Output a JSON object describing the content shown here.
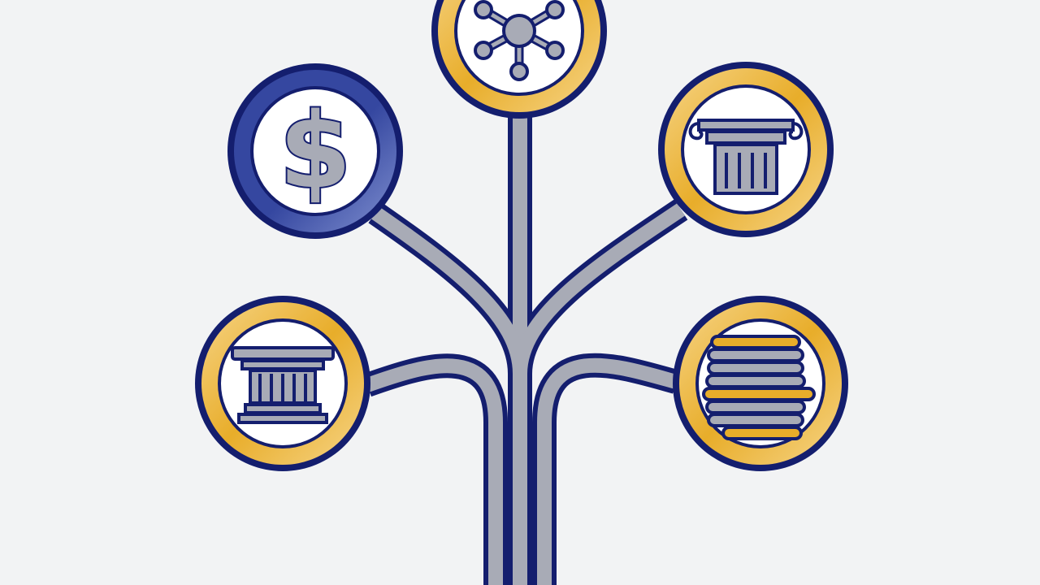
{
  "colors": {
    "background": "#f2f3f4",
    "navy": "#141e6e",
    "gold": "#e8ad2a",
    "gold_light": "#f6d486",
    "silver": "#a8abb6",
    "white": "#ffffff",
    "blue_ring": "#3547a0",
    "blue_ring_light": "#7f8fcf"
  },
  "nodes": [
    {
      "id": "network",
      "icon": "network-icon",
      "ring": "gold"
    },
    {
      "id": "dollar",
      "icon": "dollar-sign-icon",
      "ring": "blue",
      "glyph": "$"
    },
    {
      "id": "column-capital",
      "icon": "column-capital-icon",
      "ring": "gold"
    },
    {
      "id": "pillar-building",
      "icon": "pillar-building-icon",
      "ring": "gold"
    },
    {
      "id": "coin-stack",
      "icon": "coin-stack-icon",
      "ring": "gold"
    }
  ]
}
